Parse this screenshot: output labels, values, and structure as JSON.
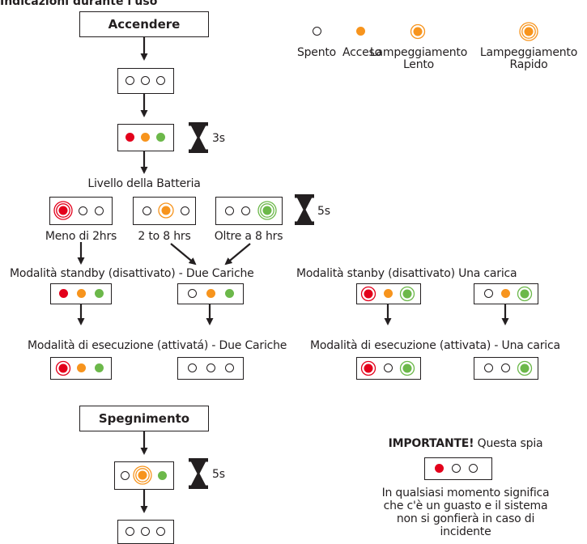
{
  "title": "Indicazioni durante l'uso",
  "legend": {
    "off": "Spento",
    "on": "Acceso",
    "slow_line1": "Lampeggiamento",
    "slow_line2": "Lento",
    "fast_line1": "Lampeggiamento",
    "fast_line2": "Rapido"
  },
  "accendere": "Accendere",
  "spegnimento": "Spegnimento",
  "timer_3s": "3s",
  "timer_5s_battery": "5s",
  "timer_5s_off": "5s",
  "battery_level": "Livello della Batteria",
  "battery_low": "Meno di 2hrs",
  "battery_mid": "2 to 8 hrs",
  "battery_high": "Oltre a 8 hrs",
  "standby_two": "Modalità standby (disattivato) - Due Cariche",
  "standby_one": "Modalità stanby (disattivato) Una carica",
  "run_two": "Modalità di esecuzione (attivatá) - Due Cariche",
  "run_one": "Modalità di esecuzione (attivata) - Una carica",
  "important_label": "IMPORTANTE!",
  "important_text": "Questa spia",
  "warning": {
    "line1": "In qualsiasi momento significa",
    "line2": "che c'è un guasto e il sistema",
    "line3": "non si gonfierà in caso di",
    "line4": "incidente"
  },
  "colors": {
    "red": "#e3001b",
    "orange": "#f7941d",
    "green": "#6cb84a",
    "ink": "#231f20"
  }
}
